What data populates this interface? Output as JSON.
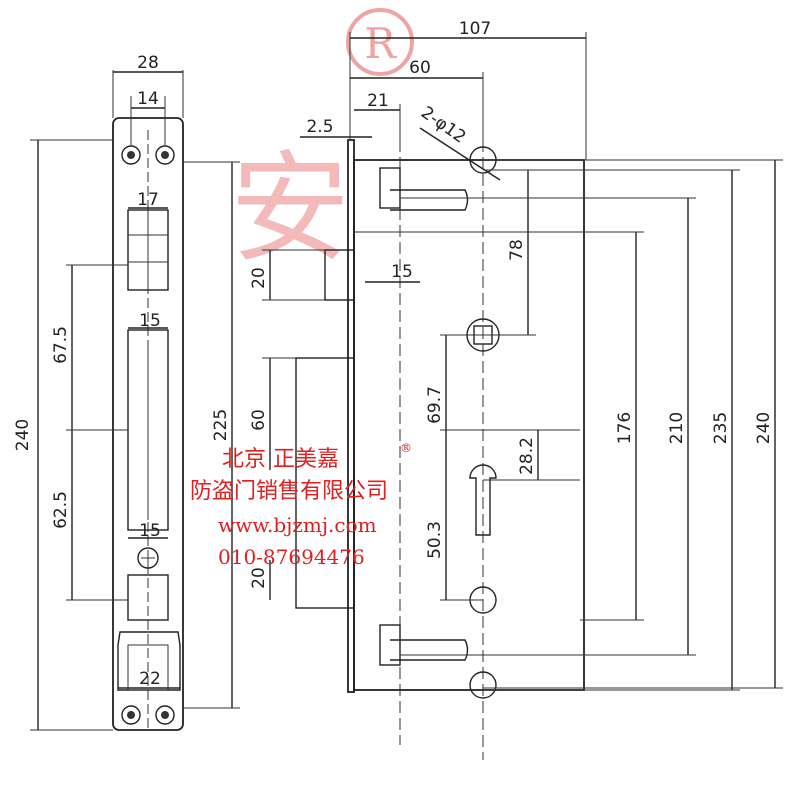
{
  "faceplate": {
    "width": "28",
    "hole_spacing": "14",
    "latch_width": "17",
    "bolt_width": "15",
    "cylinder_width": "15",
    "lower_width": "22",
    "overall_length": "240",
    "hole_length": "225",
    "upper_distance": "67.5",
    "lower_distance": "62.5"
  },
  "side_view": {
    "overall_depth": "107",
    "backset": "60",
    "front_depth": "21",
    "plate_thickness": "2.5",
    "mount_holes": "2-φ12",
    "spindle_to_hole": "78",
    "latch_height": "20",
    "bolt_offset": "15",
    "bolt_height": "60",
    "upper_lower_height": "20",
    "spindle_to_latch": "69.7",
    "cylinder_offset": "28.2",
    "cylinder_to_hole": "50.3",
    "dim_176": "176",
    "dim_210": "210",
    "dim_235": "235",
    "dim_240": "240"
  },
  "watermark": {
    "logo_letter": "R",
    "big_char": "安"
  },
  "vendor": {
    "line1": "北京 正美嘉",
    "reg_mark": "®",
    "line2": "防盗门销售有限公司",
    "url": "www.bjzmj.com",
    "phone": "010-87694476"
  }
}
